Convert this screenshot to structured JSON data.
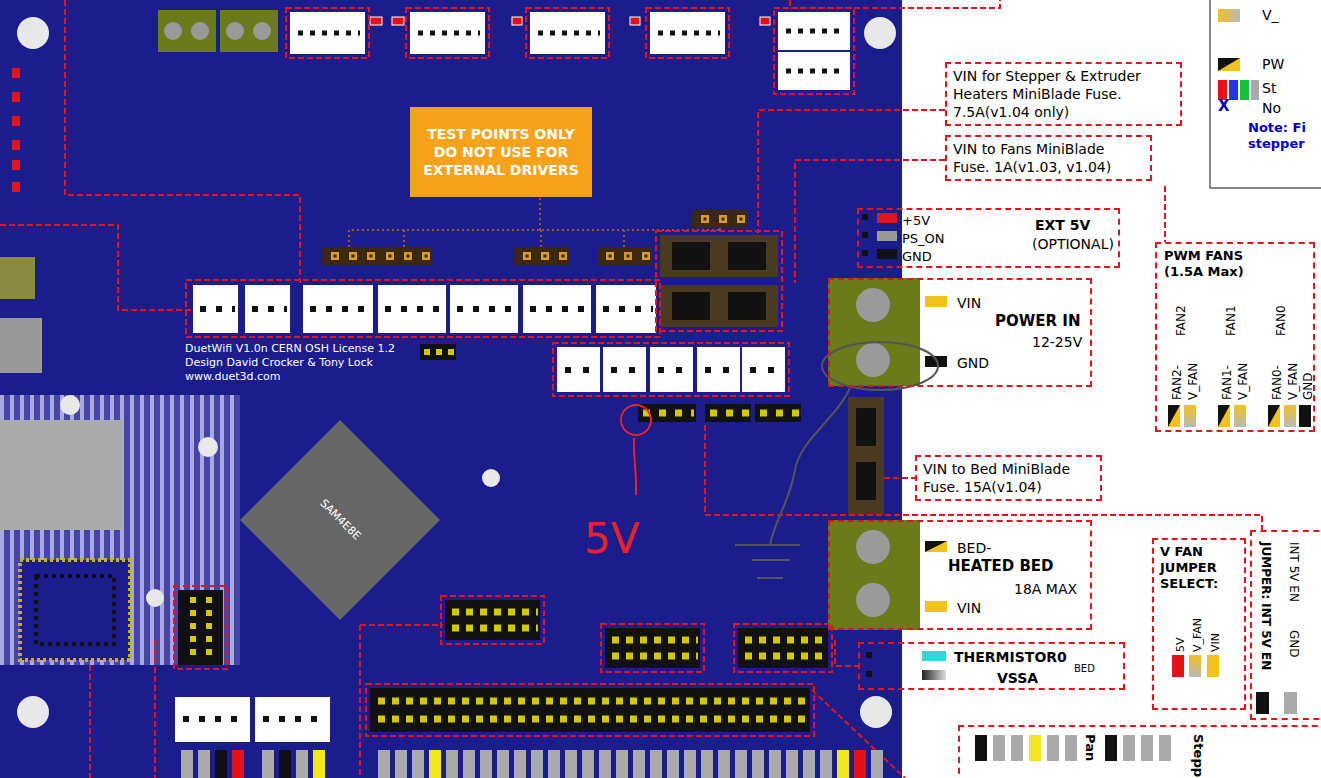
{
  "diagram": {
    "nodes": [
      {
        "text": [
          "DuetWifi V1.0n CERN OSH License 1.2",
          "Design David Crocker & Tony Lock",
          "www.duet3d.com"
        ]
      },
      {
        "text": [
          "TEST POINTS ONLY DO NOT USE FOR EXTERNAL DRIVERS"
        ],
        "in": 0
      },
      {
        "text": [
          "SAM4E8E"
        ],
        "in": 0
      },
      {
        "text": [
          "VIN for Stepper & Extruder Heaters MiniBlade Fuse. 7.5A(v1.04 only)"
        ]
      },
      {
        "text": [
          "VIN to Fans MiniBlade Fuse. 1A(v1.03, v1.04)"
        ]
      },
      {
        "text": [
          "+5V",
          "EXT 5V",
          "PS_ON",
          "(OPTIONAL)",
          "GND"
        ]
      },
      {
        "text": [
          "PWM FANS (1.5A Max)",
          "FAN2",
          "FAN1",
          "FAN0",
          "FAN2-",
          "V_FAN",
          "FAN1-",
          "V_FAN",
          "FAN0-",
          "V_FAN",
          "GND"
        ]
      },
      {
        "text": [
          "VIN",
          "POWER IN",
          "12-25V",
          "GND"
        ]
      },
      {
        "text": [
          "VIN to Bed MiniBlade Fuse. 15A(v1.04)"
        ]
      },
      {
        "text": [
          "BED-",
          "HEATED BED",
          "18A MAX",
          "VIN"
        ]
      },
      {
        "text": [
          "V FAN JUMPER SELECT:",
          "5V",
          "V_FAN",
          "VIN"
        ]
      },
      {
        "text": [
          "JUMPER: INT 5V EN",
          "INT 5V EN",
          "GND"
        ]
      },
      {
        "text": [
          "THERMISTOR0",
          "BED",
          "VSSA"
        ]
      },
      {
        "text": [
          "Pan",
          "Stepp"
        ]
      }
    ],
    "labels": [
      "X",
      "Note: Fi stepper",
      "5V"
    ],
    "legend": [
      {
        "text": "V_"
      },
      {
        "text": "PW"
      },
      {
        "text": "St"
      },
      {
        "text": "No"
      }
    ]
  }
}
